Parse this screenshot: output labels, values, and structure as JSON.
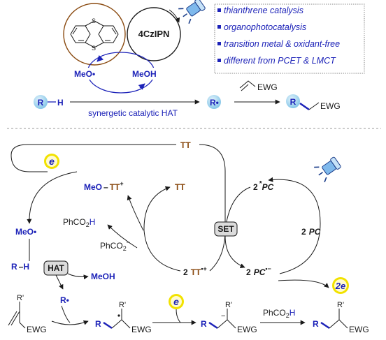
{
  "top": {
    "photocatalyst": "4CzIPN",
    "meo_radical": "MeO•",
    "meoh": "MeOH",
    "substrate_r": "R",
    "substrate_h": "H",
    "radical": "R•",
    "alkene_group": "EWG",
    "product_r": "R",
    "product_group": "EWG",
    "caption": "synergetic catalytic HAT",
    "bullets": [
      "thianthrene catalysis",
      "organophotocatalysis",
      "transition metal & oxidant-free",
      "different from PCET & LMCT"
    ]
  },
  "mechanism": {
    "tt_top": "TT",
    "electron": "e",
    "meo_tt_plus": "MeO",
    "meo_tt_plus_tt": "TT",
    "plus_sup": "+",
    "tt_mid": "TT",
    "excited_pc_2": "2",
    "excited_pc_star": "*",
    "excited_pc": "PC",
    "phco2h_left": "PhCO",
    "phco2h_left_sub": "2",
    "phco2h_left_h": "H",
    "meo_radical": "MeO•",
    "phco2_minus": "PhCO",
    "phco2_minus_sub": "2",
    "phco2_minus_sup": "−",
    "set_label": "SET",
    "pc_2": "2",
    "pc": "PC",
    "rh_r": "R",
    "rh_h": "H",
    "hat_label": "HAT",
    "meoh": "MeOH",
    "tt_rad_cation_2": "2",
    "tt_rad_cation": "TT",
    "tt_rad_cation_sup": "•+",
    "pc_rad_anion_2": "2",
    "pc_rad_anion": "PC",
    "pc_rad_anion_sup": "•−",
    "two_e": "2e",
    "r_radical": "R•",
    "alkene_rprime": "R'",
    "alkene_ewg": "EWG",
    "rad_int_r": "R",
    "rad_int_rprime": "R'",
    "rad_int_ewg": "EWG",
    "electron_bottom": "e",
    "anion_r": "R",
    "anion_rprime": "R'",
    "anion_ewg": "EWG",
    "anion_minus": "−",
    "reagent_phco2h": "PhCO",
    "reagent_phco2h_sub": "2",
    "reagent_phco2h_h": "H",
    "final_r": "R",
    "final_rprime": "R'",
    "final_ewg": "EWG"
  },
  "colors": {
    "blue": "#1c22b8",
    "brown": "#8a4a10",
    "yellow": "#f2e200",
    "lightblue": "#9fd2ee"
  }
}
